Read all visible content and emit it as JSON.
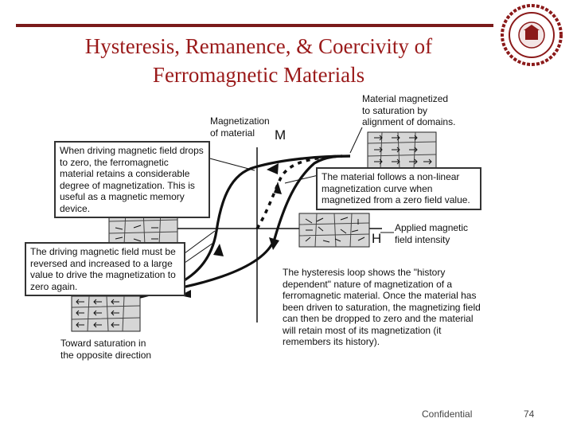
{
  "slide": {
    "title_line1": "Hysteresis, Remanence, & Coercivity of",
    "title_line2": "Ferromagnetic Materials",
    "footer_label": "Confidential",
    "page_number": "74"
  },
  "diagram": {
    "axis_m": "M",
    "axis_h": "H",
    "label_magnetization_1": "Magnetization",
    "label_magnetization_2": "of material",
    "label_saturation_1": "Material magnetized",
    "label_saturation_2": "to saturation by",
    "label_saturation_3": "alignment of domains.",
    "label_applied_1": "Applied magnetic",
    "label_applied_2": "field intensity",
    "box_remanence": "When driving magnetic field drops to zero, the ferromagnetic material retains a considerable degree of magnetization. This is useful as a magnetic memory device.",
    "box_nonlinear": "The material follows a non-linear magnetization curve when magnetized from a zero field value.",
    "box_coercivity": "The driving magnetic field must be reversed and increased to a large value to drive the magnetization to zero again.",
    "label_toward_1": "Toward saturation in",
    "label_toward_2": "the opposite direction",
    "text_history": "The hysteresis loop shows the \"history dependent\" nature of magnetization of a ferromagnetic material. Once the material has been driven to saturation, the magnetizing field can then be dropped to zero and the material will retain most of its magnetization (it remembers its history)."
  },
  "colors": {
    "title": "#9a1a1a",
    "rule": "#7a1a1a",
    "curve": "#111111"
  }
}
